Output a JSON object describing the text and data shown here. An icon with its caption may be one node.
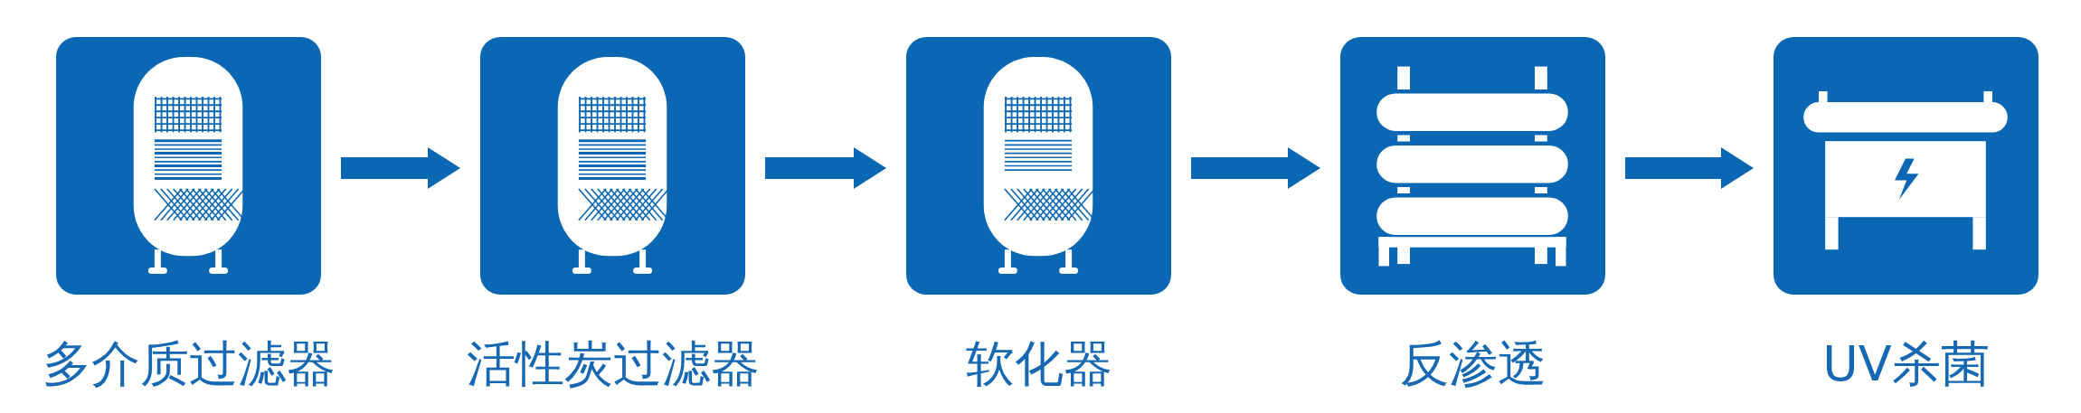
{
  "diagram": {
    "nodes": [
      {
        "text": [
          "多介质过滤器"
        ]
      },
      {
        "text": [
          "活性炭过滤器"
        ]
      },
      {
        "text": [
          "软化器"
        ]
      },
      {
        "text": [
          "反渗透"
        ]
      },
      {
        "text": [
          "UV杀菌"
        ]
      }
    ],
    "edges": [
      {
        "from": 0,
        "to": 1,
        "arrow": "to"
      },
      {
        "from": 1,
        "to": 2,
        "arrow": "to"
      },
      {
        "from": 2,
        "to": 3,
        "arrow": "to"
      },
      {
        "from": 3,
        "to": 4,
        "arrow": "to"
      }
    ]
  }
}
